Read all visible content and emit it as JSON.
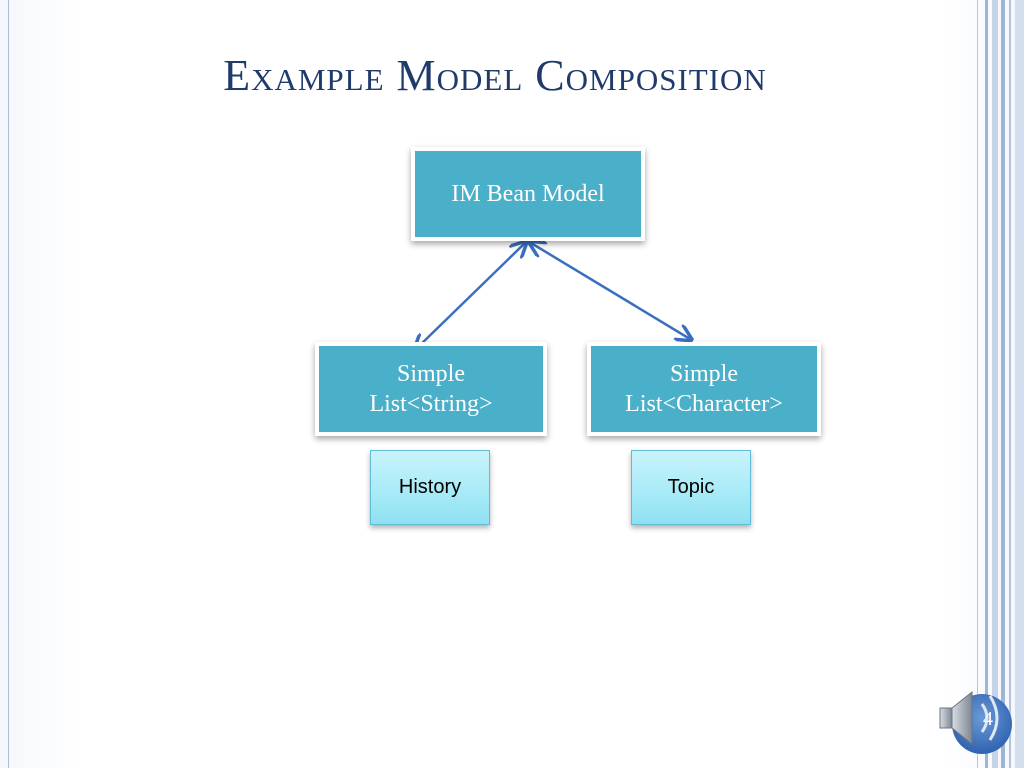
{
  "slide": {
    "title": "Example Model Composition",
    "page_number": "4"
  },
  "diagram": {
    "root": {
      "lines": [
        "IM Bean Model"
      ]
    },
    "children": [
      {
        "lines": [
          "Simple",
          "List<String>"
        ],
        "tag": "History"
      },
      {
        "lines": [
          "Simple",
          "List<Character>"
        ],
        "tag": "Topic"
      }
    ]
  },
  "colors": {
    "title": "#1f3a6b",
    "box_fill": "#4aafc9",
    "tag_fill": "#a6eaf7",
    "arrow": "#3a6fc0"
  },
  "icons": {
    "audio": "speaker-icon"
  }
}
